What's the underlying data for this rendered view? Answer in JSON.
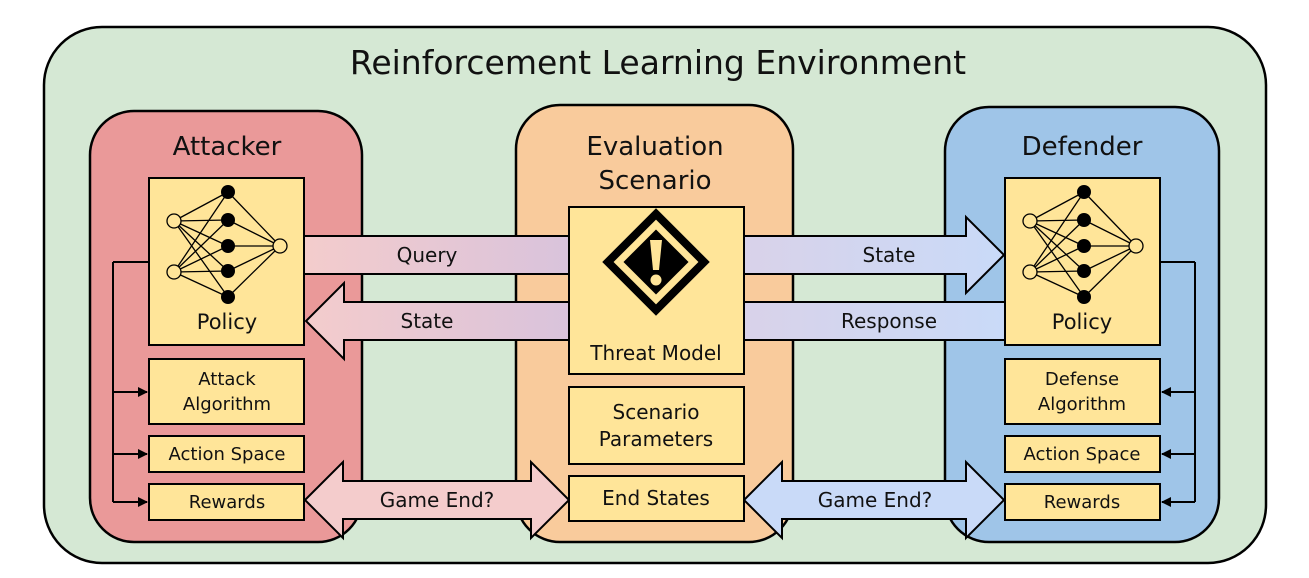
{
  "title": "Reinforcement Learning Environment",
  "attacker": {
    "title": "Attacker",
    "policy": "Policy",
    "items": [
      "Attack",
      "Algorithm",
      "Action Space",
      "Rewards"
    ]
  },
  "evaluation": {
    "title_line1": "Evaluation",
    "title_line2": "Scenario",
    "threat_model": "Threat Model",
    "params_line1": "Scenario",
    "params_line2": "Parameters",
    "end_states": "End States"
  },
  "defender": {
    "title": "Defender",
    "policy": "Policy",
    "items": [
      "Defense",
      "Algorithm",
      "Action Space",
      "Rewards"
    ]
  },
  "arrows": {
    "query": "Query",
    "state_left": "State",
    "state_right": "State",
    "response": "Response",
    "game_end_left": "Game End?",
    "game_end_right": "Game End?"
  },
  "colors": {
    "environment": "#d5e8d4",
    "attacker": "#ea9999",
    "evaluation": "#f9cb9c",
    "defender": "#9fc5e8",
    "component": "#ffe599"
  }
}
